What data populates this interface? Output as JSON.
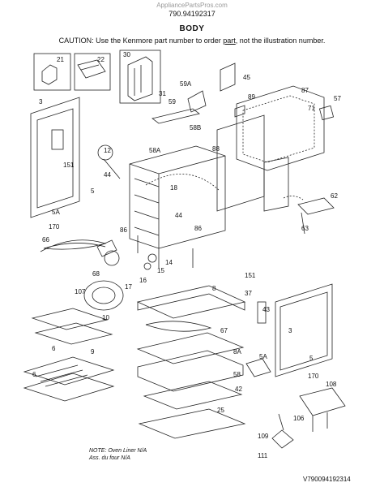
{
  "header": {
    "site": "AppliancePartsPros.com",
    "part_number": "790.94192317",
    "title": "BODY",
    "caution_prefix": "CAUTION: Use the Kenmore part number to order ",
    "caution_link": "part",
    "caution_suffix": ", not the illustration number."
  },
  "callouts": [
    "21",
    "22",
    "30",
    "31",
    "45",
    "59A",
    "59",
    "87",
    "89",
    "71",
    "57",
    "3",
    "151",
    "58B",
    "88",
    "12",
    "44",
    "58A",
    "18",
    "62",
    "5",
    "5A",
    "170",
    "86",
    "44",
    "86",
    "63",
    "66",
    "14",
    "68",
    "15",
    "151",
    "16",
    "17",
    "107",
    "8",
    "37",
    "43",
    "10",
    "3",
    "67",
    "8A",
    "5A",
    "9",
    "6",
    "58",
    "5",
    "170",
    "6",
    "42",
    "108",
    "25",
    "106",
    "109",
    "111"
  ],
  "note": {
    "line1": "NOTE: Oven Liner N/A",
    "line2": "Ass. du four N/A"
  },
  "figure_id": "V790094192314"
}
